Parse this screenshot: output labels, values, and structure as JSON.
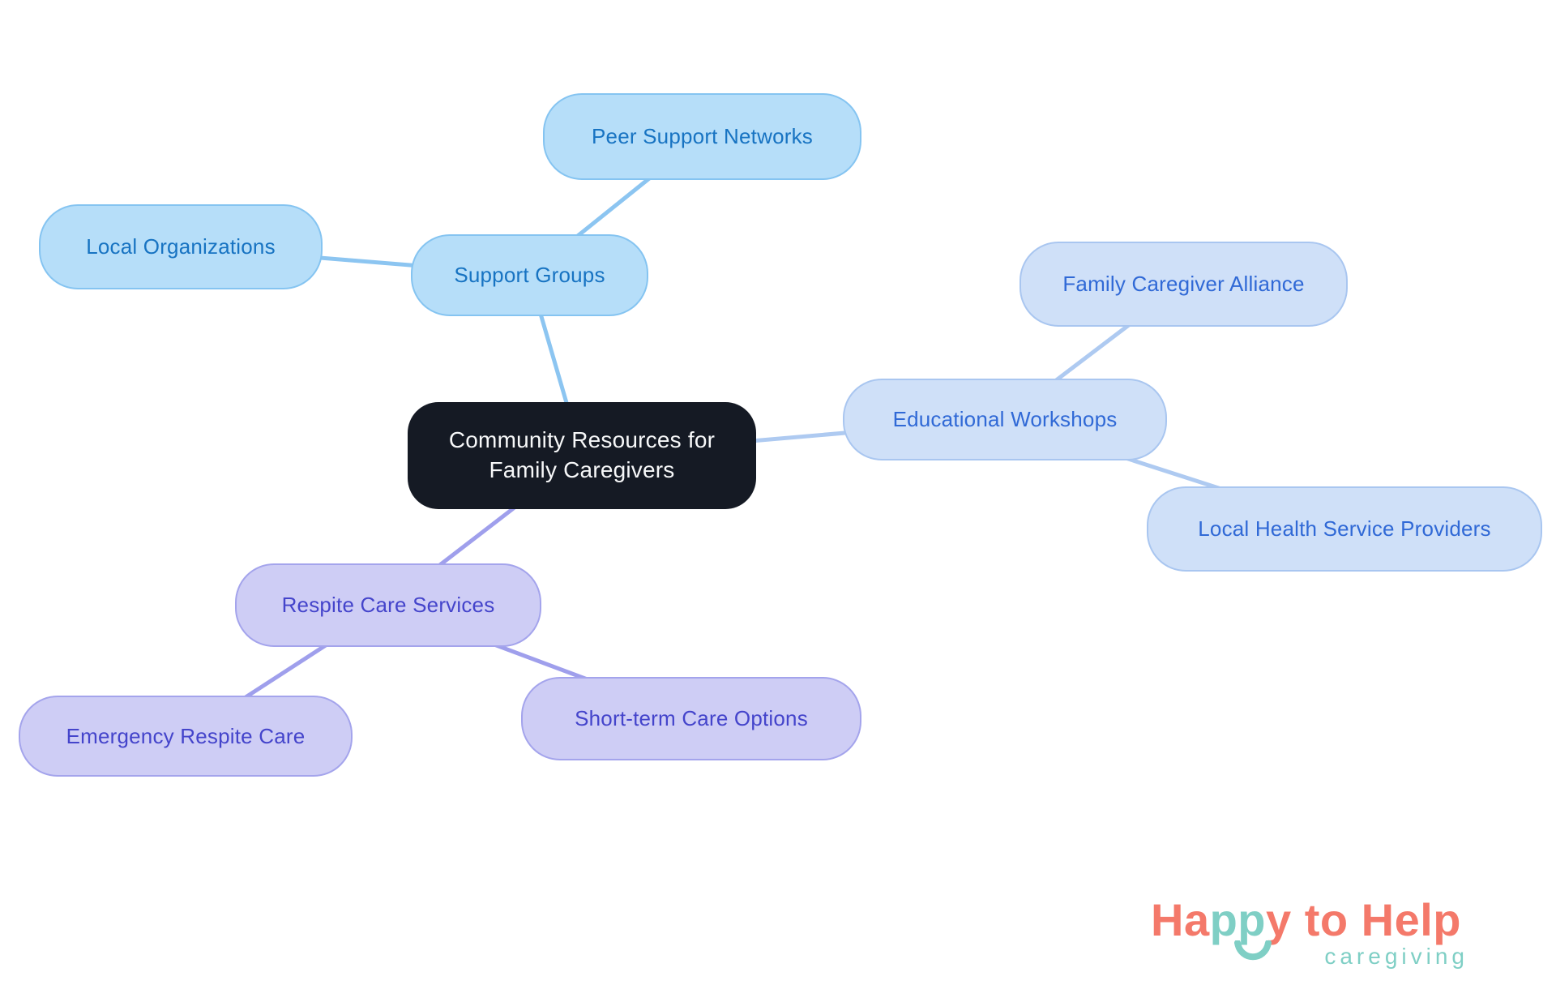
{
  "mindmap": {
    "root": {
      "label": "Community Resources for Family Caregivers",
      "lines": [
        "Community Resources for",
        "Family Caregivers"
      ],
      "bg_color": "#151a24",
      "text_color": "#f7f8f9"
    },
    "branches": [
      {
        "label": "Support Groups",
        "fill_color": "#b6def9",
        "border_color": "#85c4f1",
        "text_color": "#1773c2",
        "edge_color": "#8cc5f1",
        "children": [
          {
            "label": "Peer Support Networks"
          },
          {
            "label": "Local Organizations"
          }
        ]
      },
      {
        "label": "Educational Workshops",
        "fill_color": "#cfe0f8",
        "border_color": "#a9c6f0",
        "text_color": "#3069d6",
        "edge_color": "#aecaf1",
        "children": [
          {
            "label": "Family Caregiver Alliance"
          },
          {
            "label": "Local Health Service Providers"
          }
        ]
      },
      {
        "label": "Respite Care Services",
        "fill_color": "#cecdf5",
        "border_color": "#a4a4ec",
        "text_color": "#4444cb",
        "edge_color": "#9f9fec",
        "children": [
          {
            "label": "Emergency Respite Care"
          },
          {
            "label": "Short-term Care Options"
          }
        ]
      }
    ]
  },
  "logo": {
    "segments": [
      {
        "text": "Ha",
        "color": "#f4796a"
      },
      {
        "text": "pp",
        "color": "#7fcfc5"
      },
      {
        "text": "y to Help",
        "color": "#f4796a"
      }
    ],
    "tagline": "caregiving",
    "tagline_color": "#7fcfc5",
    "smile_icon_color": "#7fcfc5"
  }
}
